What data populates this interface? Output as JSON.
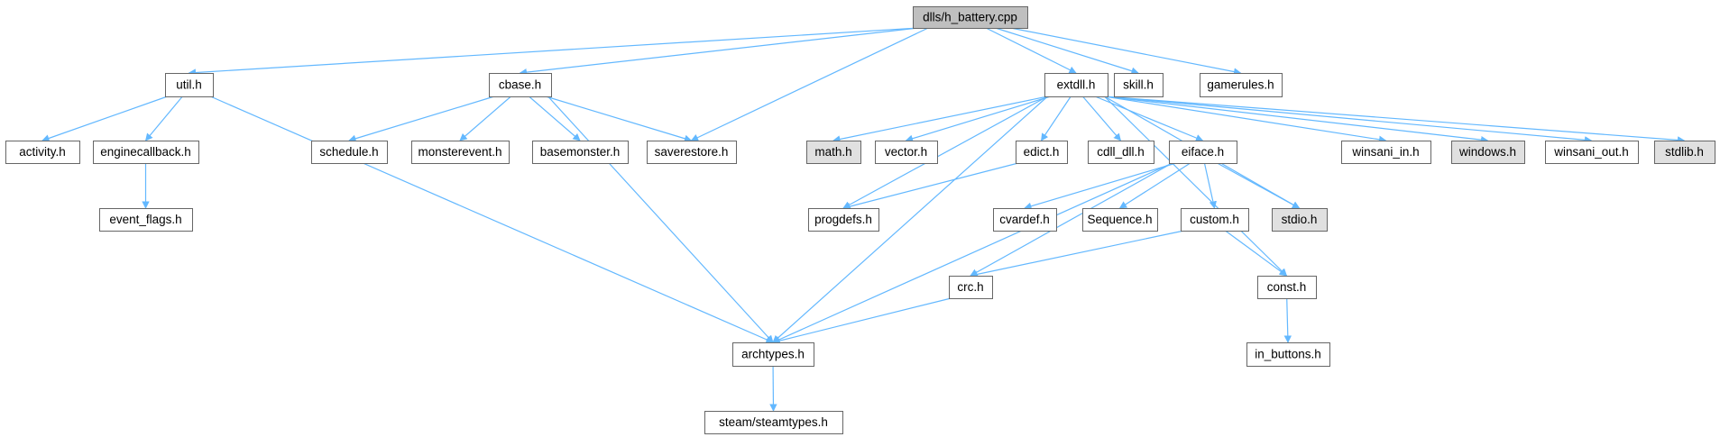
{
  "colors": {
    "edge": "#63b8ff",
    "node_fill": "#ffffff",
    "node_fill_missing": "#e0e0e0",
    "node_fill_root": "#bfbfbf",
    "node_stroke": "#666666"
  },
  "nodes": [
    {
      "id": "root",
      "label": "dlls/h_battery.cpp",
      "kind": "root"
    },
    {
      "id": "util",
      "label": "util.h",
      "kind": "normal"
    },
    {
      "id": "cbase",
      "label": "cbase.h",
      "kind": "normal"
    },
    {
      "id": "extdll",
      "label": "extdll.h",
      "kind": "normal"
    },
    {
      "id": "skill",
      "label": "skill.h",
      "kind": "normal"
    },
    {
      "id": "gamerules",
      "label": "gamerules.h",
      "kind": "normal"
    },
    {
      "id": "activity",
      "label": "activity.h",
      "kind": "normal"
    },
    {
      "id": "enginecallback",
      "label": "enginecallback.h",
      "kind": "normal"
    },
    {
      "id": "event_flags",
      "label": "event_flags.h",
      "kind": "normal"
    },
    {
      "id": "schedule",
      "label": "schedule.h",
      "kind": "normal"
    },
    {
      "id": "monsterevent",
      "label": "monsterevent.h",
      "kind": "normal"
    },
    {
      "id": "basemonster",
      "label": "basemonster.h",
      "kind": "normal"
    },
    {
      "id": "saverestore",
      "label": "saverestore.h",
      "kind": "normal"
    },
    {
      "id": "math",
      "label": "math.h",
      "kind": "missing"
    },
    {
      "id": "vector",
      "label": "vector.h",
      "kind": "normal"
    },
    {
      "id": "edict",
      "label": "edict.h",
      "kind": "normal"
    },
    {
      "id": "cdll_dll",
      "label": "cdll_dll.h",
      "kind": "normal"
    },
    {
      "id": "eiface",
      "label": "eiface.h",
      "kind": "normal"
    },
    {
      "id": "winsani_in",
      "label": "winsani_in.h",
      "kind": "normal"
    },
    {
      "id": "windows",
      "label": "windows.h",
      "kind": "missing"
    },
    {
      "id": "winsani_out",
      "label": "winsani_out.h",
      "kind": "normal"
    },
    {
      "id": "stdlib",
      "label": "stdlib.h",
      "kind": "missing"
    },
    {
      "id": "progdefs",
      "label": "progdefs.h",
      "kind": "normal"
    },
    {
      "id": "cvardef",
      "label": "cvardef.h",
      "kind": "normal"
    },
    {
      "id": "sequence",
      "label": "Sequence.h",
      "kind": "normal"
    },
    {
      "id": "custom",
      "label": "custom.h",
      "kind": "normal"
    },
    {
      "id": "stdio",
      "label": "stdio.h",
      "kind": "missing"
    },
    {
      "id": "crc",
      "label": "crc.h",
      "kind": "normal"
    },
    {
      "id": "const",
      "label": "const.h",
      "kind": "normal"
    },
    {
      "id": "archtypes",
      "label": "archtypes.h",
      "kind": "normal"
    },
    {
      "id": "in_buttons",
      "label": "in_buttons.h",
      "kind": "normal"
    },
    {
      "id": "steamtypes",
      "label": "steam/steamtypes.h",
      "kind": "normal"
    }
  ],
  "edges": [
    [
      "root",
      "util"
    ],
    [
      "root",
      "cbase"
    ],
    [
      "root",
      "saverestore"
    ],
    [
      "root",
      "extdll"
    ],
    [
      "root",
      "skill"
    ],
    [
      "root",
      "gamerules"
    ],
    [
      "util",
      "activity"
    ],
    [
      "util",
      "enginecallback"
    ],
    [
      "util",
      "archtypes"
    ],
    [
      "enginecallback",
      "event_flags"
    ],
    [
      "cbase",
      "schedule"
    ],
    [
      "cbase",
      "monsterevent"
    ],
    [
      "cbase",
      "basemonster"
    ],
    [
      "cbase",
      "saverestore"
    ],
    [
      "cbase",
      "archtypes"
    ],
    [
      "extdll",
      "math"
    ],
    [
      "extdll",
      "vector"
    ],
    [
      "extdll",
      "edict"
    ],
    [
      "extdll",
      "cdll_dll"
    ],
    [
      "extdll",
      "eiface"
    ],
    [
      "extdll",
      "winsani_in"
    ],
    [
      "extdll",
      "windows"
    ],
    [
      "extdll",
      "winsani_out"
    ],
    [
      "extdll",
      "stdlib"
    ],
    [
      "extdll",
      "stdio"
    ],
    [
      "extdll",
      "const"
    ],
    [
      "extdll",
      "progdefs"
    ],
    [
      "extdll",
      "archtypes"
    ],
    [
      "edict",
      "progdefs"
    ],
    [
      "eiface",
      "cvardef"
    ],
    [
      "eiface",
      "sequence"
    ],
    [
      "eiface",
      "custom"
    ],
    [
      "eiface",
      "stdio"
    ],
    [
      "eiface",
      "crc"
    ],
    [
      "eiface",
      "archtypes"
    ],
    [
      "custom",
      "crc"
    ],
    [
      "custom",
      "const"
    ],
    [
      "crc",
      "archtypes"
    ],
    [
      "const",
      "in_buttons"
    ],
    [
      "archtypes",
      "steamtypes"
    ]
  ]
}
